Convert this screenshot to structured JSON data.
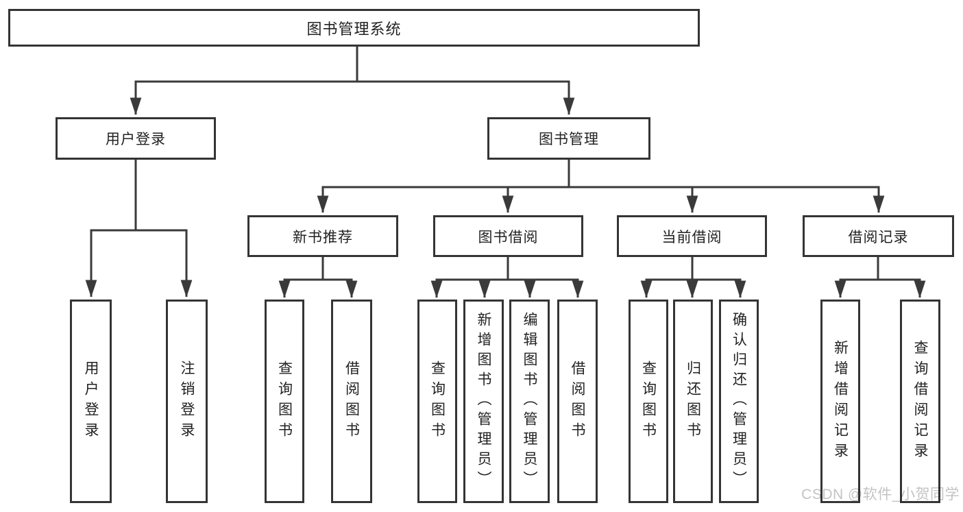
{
  "palette": {
    "line": "#3a3a3a",
    "border": "#343434",
    "text": "#222222",
    "background": "#ffffff",
    "watermark": "#c3c3c3"
  },
  "watermark": {
    "text": "CSDN @软件_小贺同学"
  },
  "tree": {
    "root": {
      "label": "图书管理系统"
    },
    "branches": [
      {
        "label": "用户登录",
        "leaves": [
          {
            "label": "用户登录"
          },
          {
            "label": "注销登录"
          }
        ]
      },
      {
        "label": "图书管理",
        "groups": [
          {
            "label": "新书推荐",
            "leaves": [
              {
                "label": "查询图书"
              },
              {
                "label": "借阅图书"
              }
            ]
          },
          {
            "label": "图书借阅",
            "leaves": [
              {
                "label": "查询图书"
              },
              {
                "label": "新增图书（管理员）"
              },
              {
                "label": "编辑图书（管理员）"
              },
              {
                "label": "借阅图书"
              }
            ]
          },
          {
            "label": "当前借阅",
            "leaves": [
              {
                "label": "查询图书"
              },
              {
                "label": "归还图书"
              },
              {
                "label": "确认归还（管理员）"
              }
            ]
          },
          {
            "label": "借阅记录",
            "leaves": [
              {
                "label": "新增借阅记录"
              },
              {
                "label": "查询借阅记录"
              }
            ]
          }
        ]
      }
    ]
  }
}
